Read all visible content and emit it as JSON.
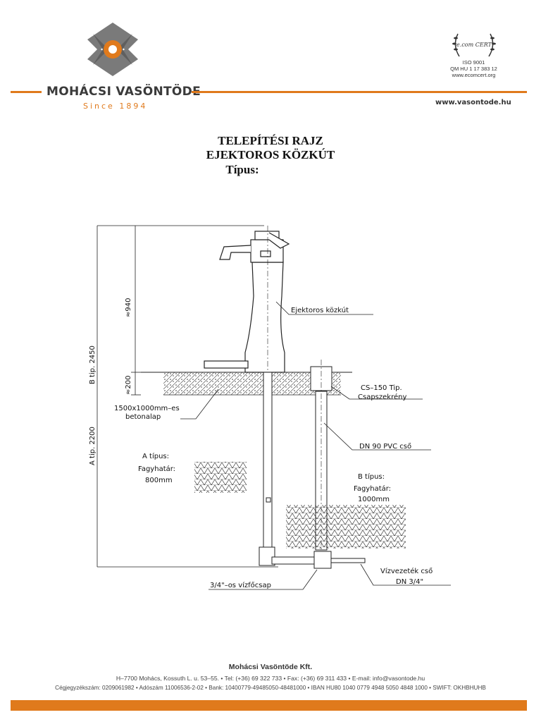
{
  "header": {
    "company_name": "MOHÁCSI VASÖNTÖDE",
    "since": "Since 1894",
    "cert_mark": "e.com CERT",
    "cert_iso": "ISO 9001",
    "cert_qm": "QM HU 1 17 383 12",
    "cert_web": "www.ecomcert.org",
    "website": "www.vasontode.hu",
    "accent_color": "#e07a1c"
  },
  "title": {
    "line1": "TELEPÍTÉSI RAJZ",
    "line2": "EJEKTOROS KÖZKÚT",
    "line3": "Típus:"
  },
  "drawing": {
    "dim_940": "≈940",
    "dim_200": "≈200",
    "dim_b": "B tip. 2450",
    "dim_a": "A tip. 2200",
    "label_pump": "Ejektoros közkút",
    "label_box1": "CS–150 Tip.",
    "label_box2": "Csapszekrény",
    "label_base1": "1500x1000mm–es",
    "label_base2": "betonalap",
    "label_pipe": "DN 90 PVC cső",
    "a_type": "A típus:",
    "a_frost": "Fagyhatár:",
    "a_depth": "800mm",
    "b_type": "B típus:",
    "b_frost": "Fagyhatár:",
    "b_depth": "1000mm",
    "label_water1": "Vízvezeték cső",
    "label_water2": "DN 3/4\"",
    "label_tap": "3/4\"–os vízfőcsap"
  },
  "footer": {
    "company": "Mohácsi Vasöntöde Kft.",
    "line1": "H–7700 Mohács, Kossuth L. u. 53–55.  •  Tel: (+36) 69 322 733  •  Fax: (+36) 69 311 433  •  E-mail: info@vasontode.hu",
    "line2": "Cégjegyzékszám: 0209061982  •  Adószám 11006536-2-02  •  Bank: 10400779-49485050-48481000  •  IBAN HU80 1040 0779 4948 5050 4848 1000  •  SWIFT: OKHBHUHB"
  }
}
